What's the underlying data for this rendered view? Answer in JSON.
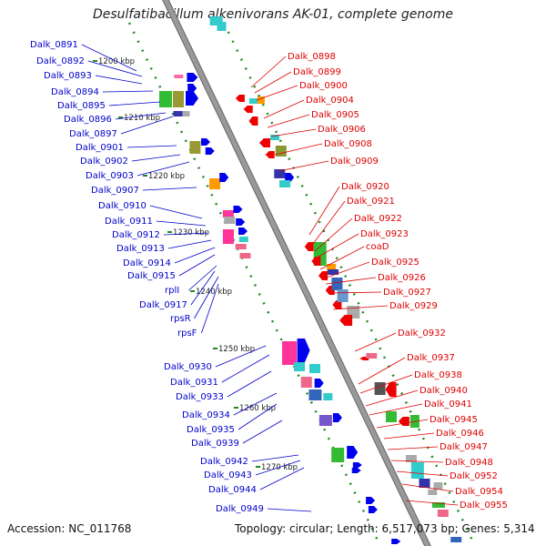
{
  "title": "Desulfatibacillum alkenivorans AK-01, complete genome",
  "accession": "Accession: NC_011768",
  "summary": "Topology: circular; Length: 6,517,073 bp; Genes: 5,314",
  "colors": {
    "backbone": "#999999",
    "left_label": "#0000cc",
    "right_label": "#dd0000",
    "tick": "#228822"
  },
  "ticks": [
    "1200 kbp",
    "1210 kbp",
    "1220 kbp",
    "1230 kbp",
    "1240 kbp",
    "1250 kbp",
    "1260 kbp",
    "1270 kbp"
  ],
  "left_labels": [
    "Dalk_0891",
    "Dalk_0892",
    "Dalk_0893",
    "Dalk_0894",
    "Dalk_0895",
    "Dalk_0896",
    "Dalk_0897",
    "Dalk_0901",
    "Dalk_0902",
    "Dalk_0903",
    "Dalk_0907",
    "Dalk_0910",
    "Dalk_0911",
    "Dalk_0912",
    "Dalk_0913",
    "Dalk_0914",
    "Dalk_0915",
    "rplI",
    "Dalk_0917",
    "rpsR",
    "rpsF",
    "Dalk_0930",
    "Dalk_0931",
    "Dalk_0933",
    "Dalk_0934",
    "Dalk_0935",
    "Dalk_0939",
    "Dalk_0942",
    "Dalk_0943",
    "Dalk_0944",
    "Dalk_0949"
  ],
  "right_labels": [
    "Dalk_0898",
    "Dalk_0899",
    "Dalk_0900",
    "Dalk_0904",
    "Dalk_0905",
    "Dalk_0906",
    "Dalk_0908",
    "Dalk_0909",
    "Dalk_0920",
    "Dalk_0921",
    "Dalk_0922",
    "Dalk_0923",
    "coaD",
    "Dalk_0925",
    "Dalk_0926",
    "Dalk_0927",
    "Dalk_0929",
    "Dalk_0932",
    "Dalk_0937",
    "Dalk_0938",
    "Dalk_0940",
    "Dalk_0941",
    "Dalk_0945",
    "Dalk_0946",
    "Dalk_0947",
    "Dalk_0948",
    "Dalk_0952",
    "Dalk_0954",
    "Dalk_0955"
  ]
}
